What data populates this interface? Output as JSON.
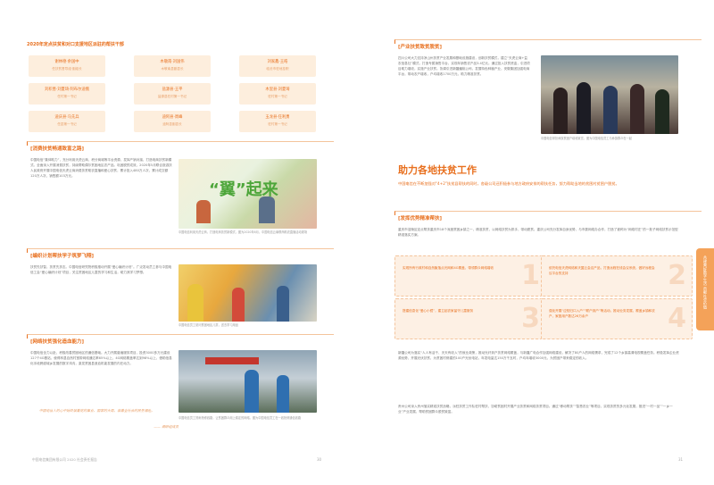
{
  "left": {
    "heading": "2020年定点扶贫和对口支援地区派驻的帮扶干部",
    "cards": [
      {
        "name": "谢林德·余国中",
        "sub": "任扶贫督导组·副组长"
      },
      {
        "name": "木敬南·刘国伟",
        "sub": "木敬南县副县长"
      },
      {
        "name": "刘家鑫·王皓",
        "sub": "临沧市驻地挂职"
      },
      {
        "name": "刘积善·刘夏琦·阿布尔迪俄",
        "sub": "任村第一书记"
      },
      {
        "name": "盐源县·王平",
        "sub": "盐源县驻村第一书记"
      },
      {
        "name": "木里县·刘夏琦",
        "sub": "驻村第一书记"
      },
      {
        "name": "迪庆县·马先兵",
        "sub": "任县第一书记"
      },
      {
        "name": "迪阿县·周峰",
        "sub": "迪阿县副县长"
      },
      {
        "name": "玉龙县·任利勇",
        "sub": "驻村第一书记"
      }
    ],
    "sec1_title": "[消费扶贫畅通致富之路]",
    "sec1_text": "中国电信“集体助力”，充分利用天虎云商、积分商城等平台资源，发挥产销对接，打造电商扶贫新模式。全面深入开展消费扶贫，持续帮助偶尔贫困地区农产品。巩固脱贫成效，2020年5月联合旅游扶人民政府开展中国电信天虎云商消费扶贫助农直播和爱心扶贫，累计投入480万人次，累计成交额120万人次，销售额103万元。",
    "sec1_cap": "中国电信利用天虎云商，打造电商扶贫新模式，图为2020年6月，中国电信云南联商助农直播活动现场",
    "sec2_title": "[编织计划帮扶学子筑梦飞翔]",
    "sec2_text": "扶贫先扶智，扶贫先扶志。中国电信研究院积极推动开展“爱心编织计划”。广泛发动员工参与中国电信工会“爱心编织计划”项目，关注贫困地区儿童的学习和生活，助力其学习梦想。",
    "sec2_cap": "中国电信员工慰问贫困地区儿童，送去学习用品",
    "sec3_title": "[网络扶贫强化造血能力]",
    "sec3_text": "中国电信全力以赴，积极改善贫困地区的通信基础。大力开展普遍服务项目，投资3000多万元建设127个4G基站，使得林县自然村宽带网络通达率65%以上，4G网络覆盖率达到98%以上，借助信息化手段跨越城乡发展的数字鸿沟，激发贫困县造血机能发展的内在动力。",
    "sec3_quote": "中国电信人的心中始终装着党的事业、国家的大局，装着全社会的民生福祉。",
    "sec3_sign": "—— 调研组成员",
    "sec3_cap": "中国电信员工冒雨抢修线路，让贫困群众用上稳定的网络。图为中国电信员工在一线抢修通信线路",
    "footer": "中国电信集团有限公司 2020 社会责任报告",
    "page_no": "30"
  },
  "right": {
    "industry_title": "[产业扶贫致贫脱贫]",
    "industry_text": "四川公司大力支持凉山州扶贫产业发展和基础设施建设，创新扶贫模式，建立“天虎云商+益农信息社”模式，打造专属销售平台，实现年销售农产品3.4亿元。通过投入扶贫资金，引进项目助力增收，实施产业扶贫。协调引进新疆蟠桃公司，发展特色种植产业，安徽集团加强电商平台，带动农户增收，户均增收1700万元，助力精准扶贫。",
    "industry_cap": "中国电信帮扶彝族贫困户增收致富，图为中国电信员工与彝族群众在一起",
    "main_title": "助力各地扶贫工作",
    "main_text": "中国电信在不断加强对“4+2”扶贫县帮扶的同时，各级公司还积极参与地方政府安排的帮扶任务，努力帮助当地的贫困村贫困户脱贫。",
    "sub_title": "[发挥优势精准帮扶]",
    "sub_text": "重庆市涪陵区定点帮扶重庆市18个深度贫困乡镇之一，精准扶贫，以网络扶贫为抓手，带动脱贫。重庆公司充分发挥自身优势，与市委网络办合作，打造了被称为“网络村庄”的一批子网络扶贫示范型精准落实方案。",
    "boxes": [
      {
        "num": "1",
        "text": "实现所有行政村和自然聚落点光网和4G覆盖，带领群众网络增收"
      },
      {
        "num": "2",
        "text": "依托电信天虎网络和天翼云会议产品，打造远程在线会议系统，做好远程会议平台的支持"
      },
      {
        "num": "3",
        "text": "搭建信息化“爱心小镜”，建立起农家留守儿童服务"
      },
      {
        "num": "4",
        "text": "强化开展“应知归口入户”“联户到户”等活动，推动业务发展，覆盖乡镇和农户，家庭用户数达26万余户"
      }
    ],
    "p2": "新疆公司为落实“人人有活干、天天有收入”的就业政策，推动光纤到户扶贫网络覆盖，与新疆广电合作加强网络建设，解决了80户人的网络需求，完成了12个乡镇高清电视覆盖任务。积极发挥企业资源优势，开展光伏扶贫，为贫困村修建的100户光伏电站，年发电量达150万千瓦时，户均年增收3000元，为贫困户带来稳定的收入。",
    "p3": "贵州公司深入贵州落实精准扶贫战略，派驻扶贫工作队驻村帮扶，协助贫困村开展产业扶贫和网络扶贫项目。通过“移动帮扶”“智慧农业”等项目，实现扶贫的多元化发展，推进“一村一品”“一乡一业”产业发展，帮助贫困群众脱贫致富。",
    "page_no": "31",
    "side_tab": "共建美好数字生活 贡献社会价值"
  }
}
